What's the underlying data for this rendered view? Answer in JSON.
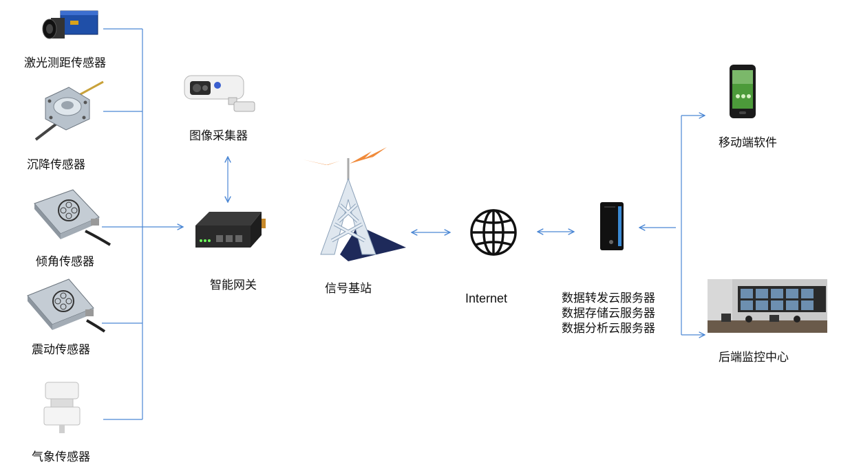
{
  "sensors": [
    {
      "label": "激光测距传感器",
      "icon": "laser-rangefinder-icon"
    },
    {
      "label": "沉降传感器",
      "icon": "settlement-sensor-icon"
    },
    {
      "label": "倾角传感器",
      "icon": "inclination-sensor-icon"
    },
    {
      "label": "震动传感器",
      "icon": "vibration-sensor-icon"
    },
    {
      "label": "气象传感器",
      "icon": "weather-sensor-icon"
    }
  ],
  "camera": {
    "label": "图像采集器",
    "icon": "camera-icon"
  },
  "gateway": {
    "label": "智能网关",
    "icon": "gateway-icon"
  },
  "tower": {
    "label": "信号基站",
    "icon": "signal-tower-icon"
  },
  "internet": {
    "label": "Internet",
    "icon": "globe-icon"
  },
  "servers": {
    "icon": "server-icon",
    "labels": [
      "数据转发云服务器",
      "数据存储云服务器",
      "数据分析云服务器"
    ]
  },
  "mobile": {
    "label": "移动端软件",
    "icon": "smartphone-icon"
  },
  "monitor": {
    "label": "后端监控中心",
    "icon": "monitoring-center-icon"
  },
  "colors": {
    "connector": "#4a86d4",
    "lightning": "#f08a3a"
  }
}
